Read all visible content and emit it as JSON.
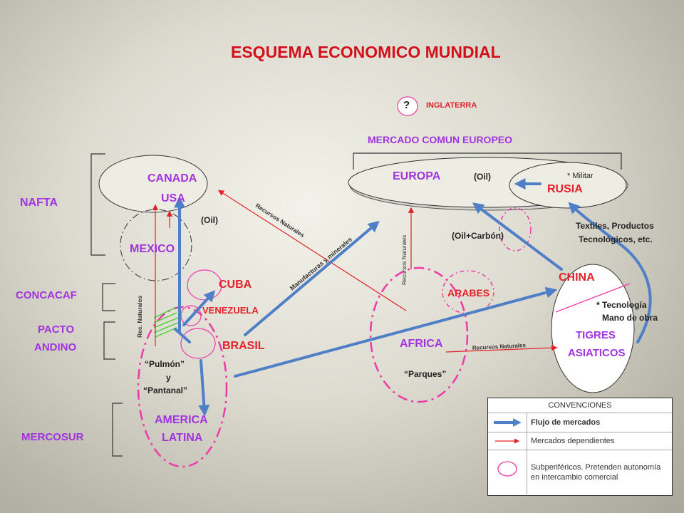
{
  "title": "ESQUEMA ECONOMICO MUNDIAL",
  "labels": {
    "question": "?",
    "inglaterra": "INGLATERRA",
    "mce": "MERCADO COMUN EUROPEO",
    "canada": "CANADA",
    "usa": "USA",
    "nafta": "NAFTA",
    "oil1": "(Oil)",
    "mexico": "MEXICO",
    "concacaf": "CONCACAF",
    "cuba": "CUBA",
    "venezuela": "VENEZUELA",
    "pacto": "PACTO",
    "andino": "ANDINO",
    "brasil": "BRASIL",
    "pulmon": "“Pulmón”",
    "y": "y",
    "pantanal": "“Pantanal”",
    "america": "AMERICA",
    "latina": "LATINA",
    "mercosur": "MERCOSUR",
    "europa": "EUROPA",
    "oil2": "(Oil)",
    "militar": "* Militar",
    "rusia": "RUSIA",
    "oilcarbon": "(Oil+Carbón)",
    "textiles1": "Textiles, Productos",
    "textiles2": "Tecnológicos, etc.",
    "china": "CHINA",
    "arabes": "ARABES",
    "tecnologia": "* Tecnología",
    "manoobra": "Mano de obra",
    "tigres": "TIGRES",
    "asiaticos": "ASIATICOS",
    "africa": "AFRICA",
    "parques": "“Parques”",
    "recnat_diag": "Recursos Naturales",
    "manufacturas": "Manufacturas y minerales",
    "recnat_vert": "Recursos Naturales",
    "recnat_small": "Rec. Naturales",
    "recnat_africa": "Recursos Naturales"
  },
  "legend": {
    "header": "CONVENCIONES",
    "rows": [
      {
        "icon": "blue-arrow-icon",
        "text": "Flujo de mercados"
      },
      {
        "icon": "red-arrow-icon",
        "text": "Mercados dependientes"
      },
      {
        "icon": "pink-ellipse-icon",
        "text": "Subperiféricos. Pretenden autonomía en intercambio comercial"
      }
    ]
  },
  "colors": {
    "title": "#d3101a",
    "region_label": "#a133e0",
    "country_label": "#e2212a",
    "market_flow": "#4f7fc7",
    "dependent": "#e2212a",
    "subperipheral": "#ee3aa8"
  }
}
